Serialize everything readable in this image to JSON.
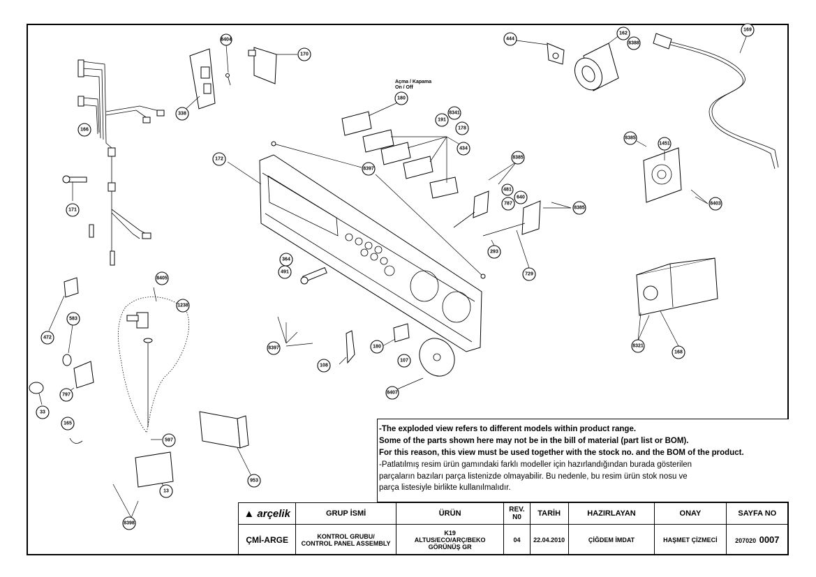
{
  "notes": {
    "en_line1": "-The exploded view refers to different models within product range.",
    "en_line2": "Some of the parts shown here may not be in the bill of material (part list or BOM).",
    "en_line3": "For this reason, this view must be used together with the stock no. and the BOM of the product.",
    "tr_line1": "-Patlatılmış resim ürün gamındaki farklı modeller için hazırlandığından burada gösterilen",
    "tr_line2": "parçaların bazıları parça listenizde olmayabilir. Bu nedenle, bu resim ürün stok nosu ve",
    "tr_line3": "parça listesiyle birlikte kullanılmalıdır."
  },
  "title_block": {
    "logo": "arçelik",
    "headers": {
      "group": "GRUP İSMİ",
      "product": "ÜRÜN",
      "rev": "REV. N0",
      "date": "TARİH",
      "prepared": "HAZIRLAYAN",
      "approval": "ONAY",
      "sheet": "SAYFA NO"
    },
    "values": {
      "department": "ÇMİ-ARGE",
      "group_line1": "KONTROL GRUBU/",
      "group_line2": "CONTROL PANEL ASSEMBLY",
      "product_line1": "K19",
      "product_line2": "ALTUS/ECO/ARÇ/BEKO",
      "product_line3": "GÖRÜNÜŞ GR",
      "rev": "04",
      "date": "22.04.2010",
      "prepared_by": "ÇİĞDEM İMDAT",
      "approved_by": "HAŞMET ÇİZMECİ",
      "sheet_prefix": "207020",
      "sheet_number": "0007"
    }
  },
  "annotation": {
    "switch_line1": "Açma / Kapama",
    "switch_line2": "On / Off"
  },
  "callouts": {
    "c8404": "8404",
    "c170": "170",
    "c338": "338",
    "c166": "166",
    "c171": "171",
    "c444": "444",
    "c162": "162",
    "c8388": "8388",
    "c169": "169",
    "c180a": "180",
    "c8341": "8341",
    "c191": "191",
    "c178": "178",
    "c434": "434",
    "c172": "172",
    "c8397a": "8397",
    "c8385a": "8385",
    "c8385b": "8385",
    "c8385c": "8385",
    "c1451": "1451",
    "c8403": "8403",
    "c481": "481",
    "c787": "787",
    "c640": "640",
    "c293": "293",
    "c729": "729",
    "c364": "364",
    "c491": "491",
    "c8405": "8405",
    "c1238": "1238",
    "c472": "472",
    "c583": "583",
    "c797": "797",
    "c33": "33",
    "c165": "165",
    "c8397b": "8397",
    "c108": "108",
    "c180b": "180",
    "c107": "107",
    "c8407": "8407",
    "c168": "168",
    "c8321": "8321",
    "c953": "953",
    "c597": "597",
    "c13": "13",
    "c8398": "8398"
  }
}
